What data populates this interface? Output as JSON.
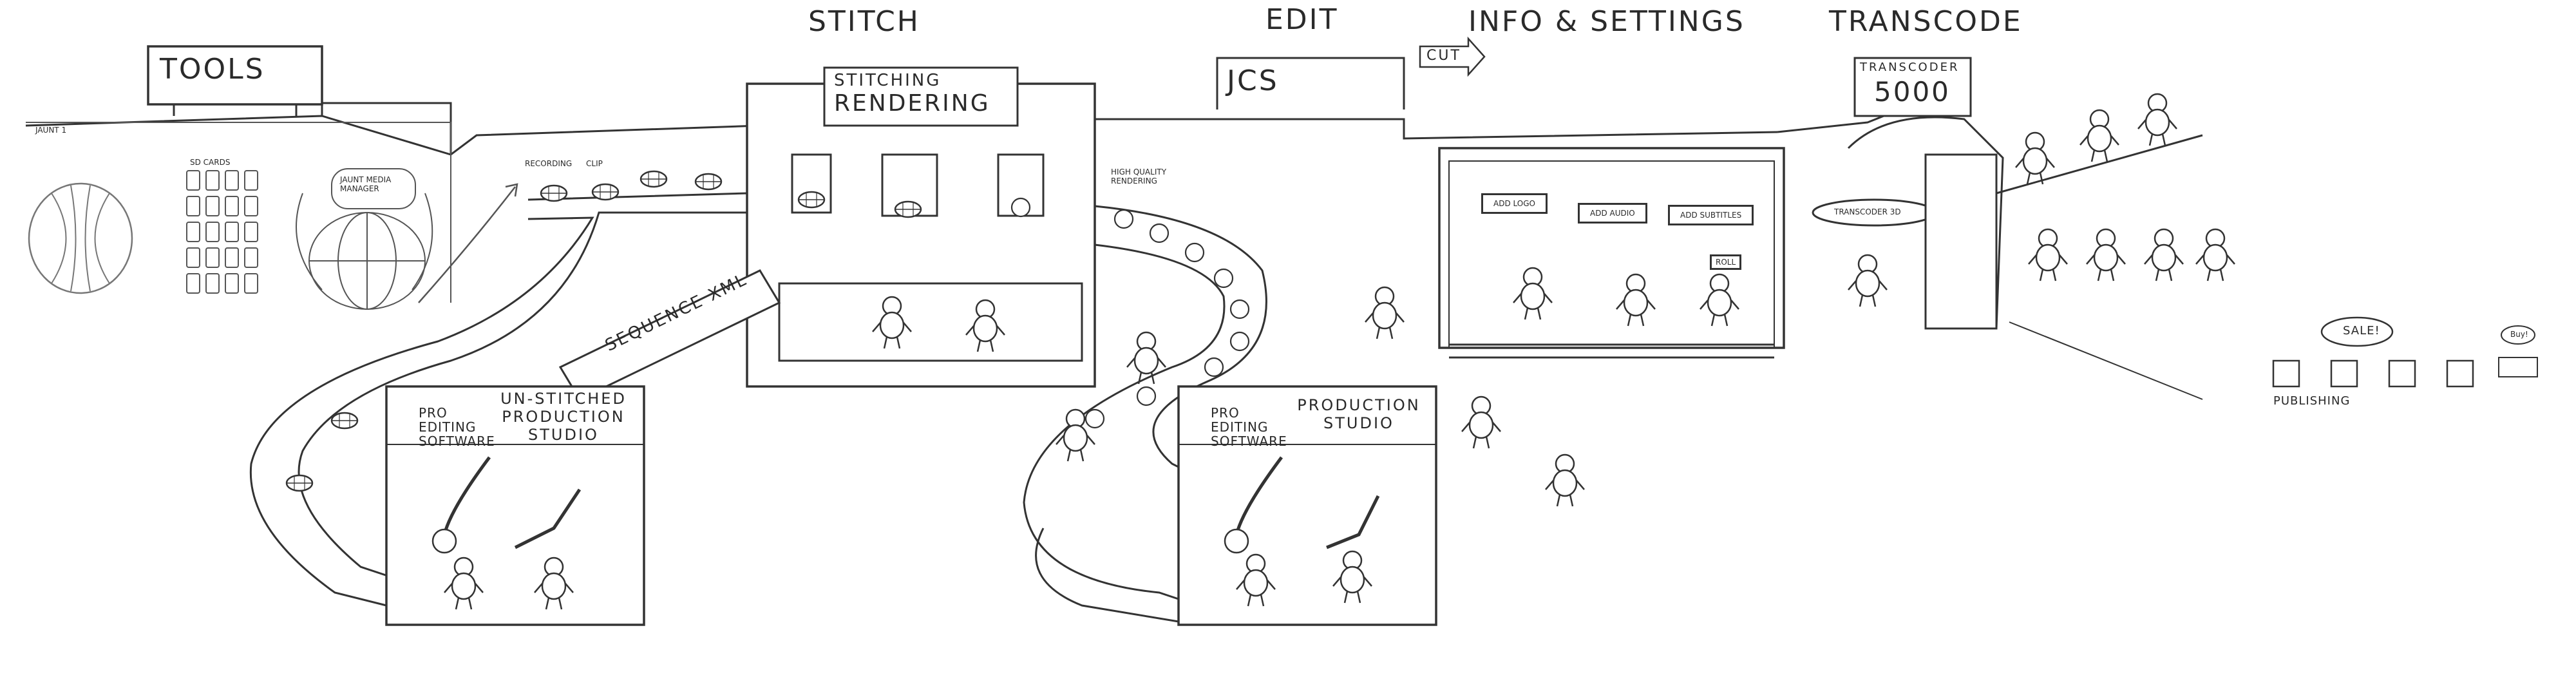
{
  "sections": {
    "tools": "TOOLS",
    "stitch": "STITCH",
    "edit": "EDIT",
    "info_settings": "INFO & SETTINGS",
    "transcode": "TRANSCODE"
  },
  "tools_area": {
    "camera_label": "JAUNT 1",
    "sd_cards_label": "SD CARDS",
    "media_manager_label": "JAUNT MEDIA MANAGER"
  },
  "conveyor": {
    "recording_label": "RECORDING",
    "clip_label": "CLIP",
    "high_quality_label": "HIGH QUALITY RENDERING"
  },
  "stitch_building": {
    "sign_line1": "STITCHING",
    "sign_line2": "RENDERING",
    "sequence_sign": "SEQUENCE XML"
  },
  "unstitched_studio": {
    "side_label": "PRO EDITING SOFTWARE",
    "title": "UN-STITCHED PRODUCTION STUDIO"
  },
  "production_studio": {
    "side_label": "PRO EDITING SOFTWARE",
    "title": "PRODUCTION STUDIO"
  },
  "jcs": {
    "sign": "JCS",
    "cut_label": "CUT"
  },
  "info_building": {
    "add_logo": "ADD LOGO",
    "add_audio": "ADD AUDIO",
    "add_subtitles": "ADD SUBTITLES",
    "robot_sign": "ROLL"
  },
  "transcoder": {
    "sign_line1": "TRANSCODER",
    "sign_line2": "5000",
    "platform_label": "TRANSCODER 3D"
  },
  "publishing": {
    "label": "PUBLISHING",
    "sale_sign": "SALE!",
    "robot_bubble": "Buy!"
  }
}
